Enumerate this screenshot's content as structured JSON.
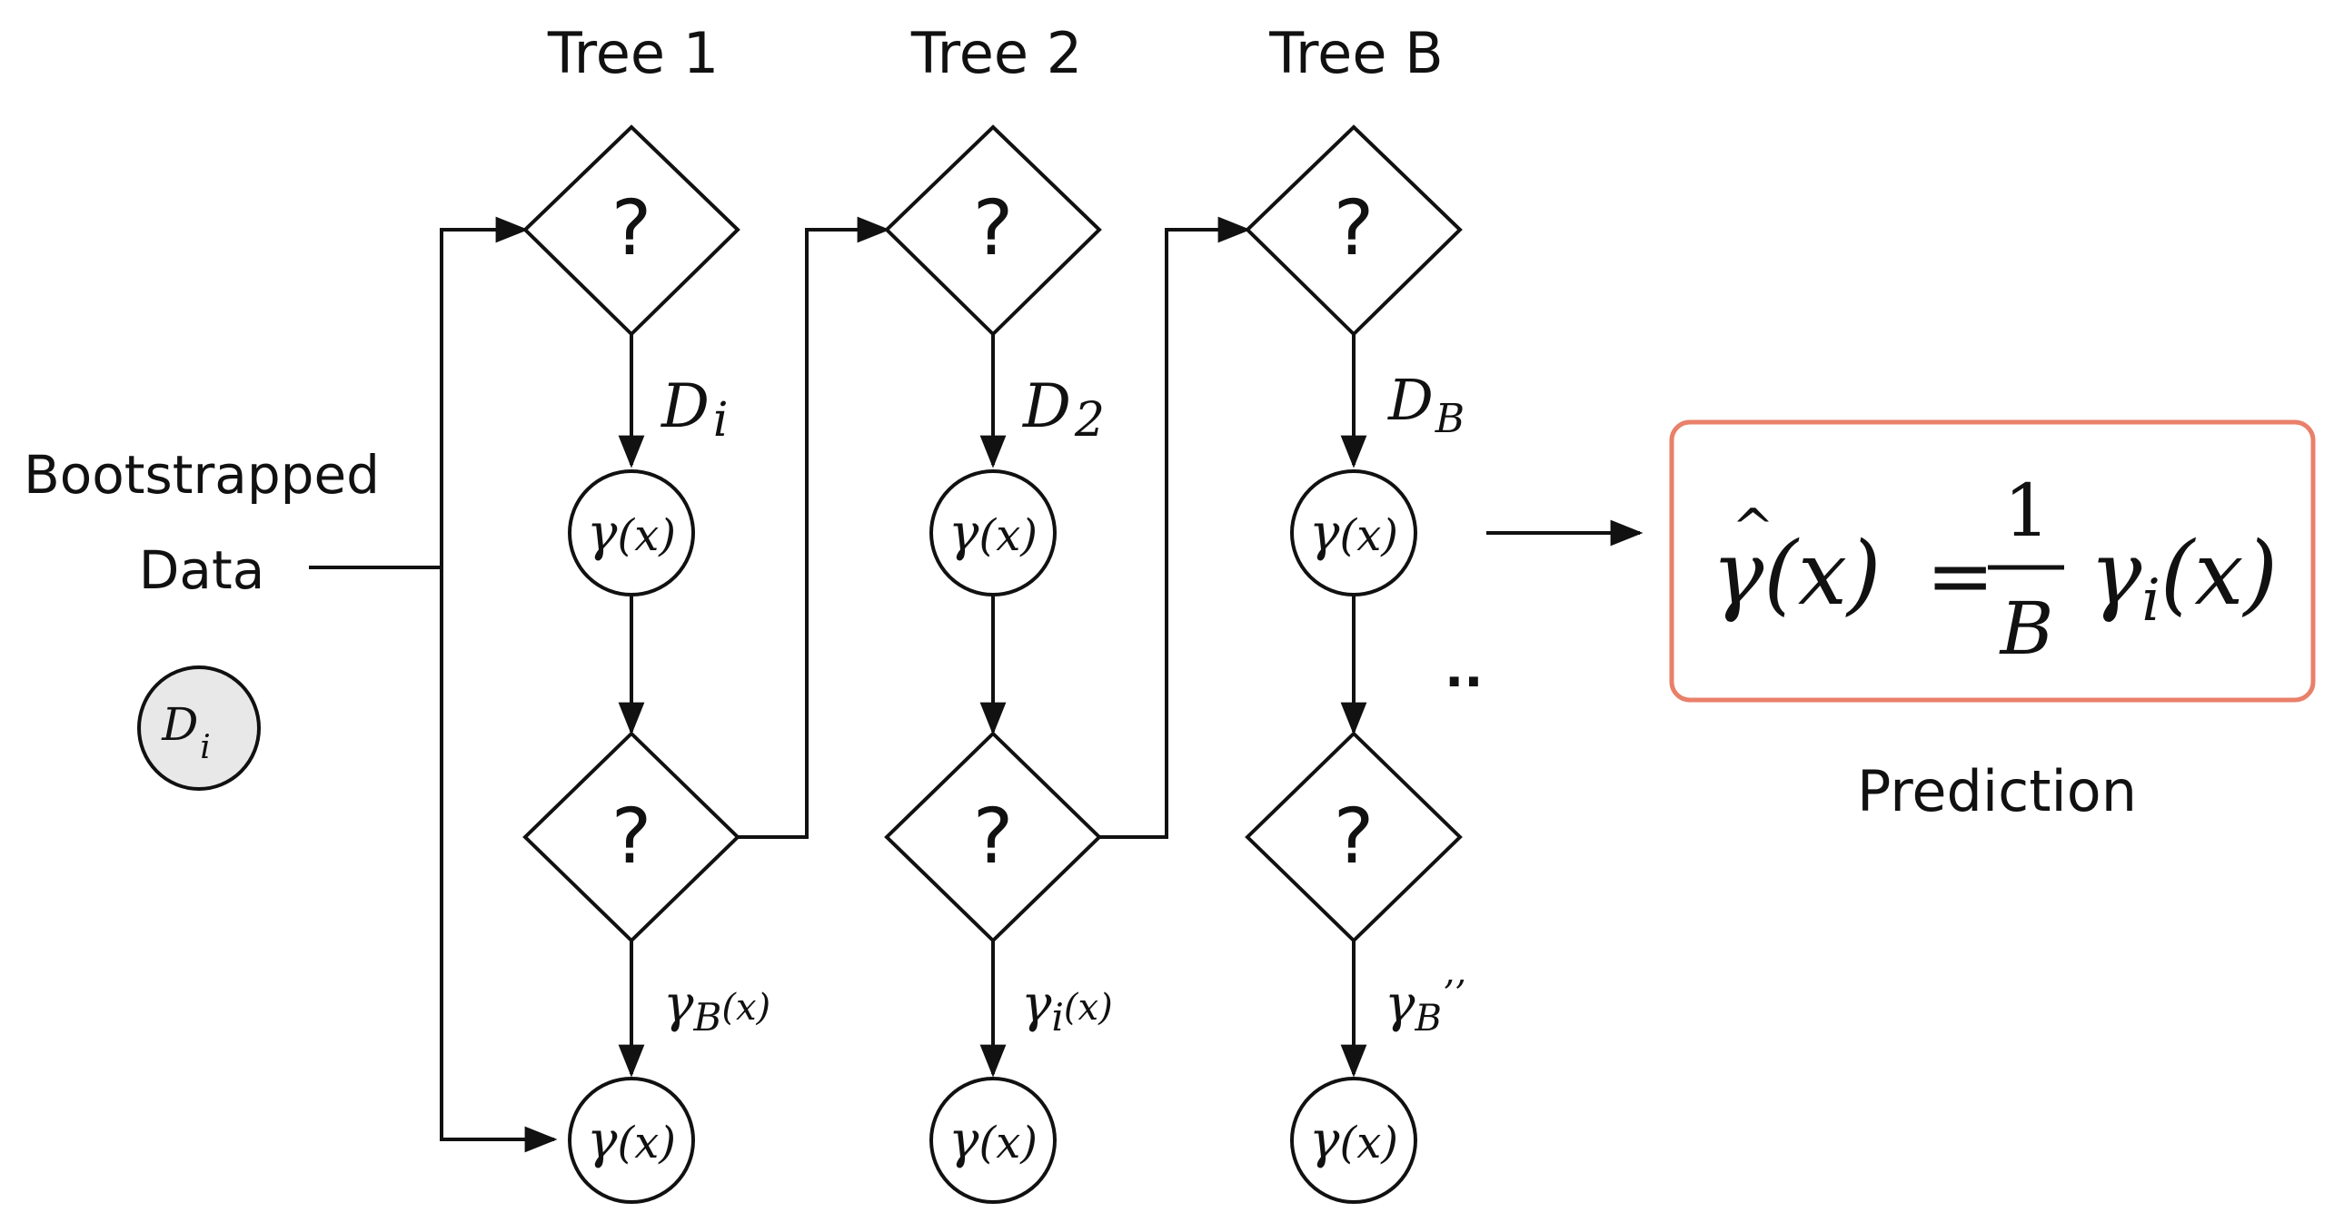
{
  "trees": [
    {
      "title": "Tree 1",
      "upper_edge_label": {
        "main": "D",
        "sub": "i"
      },
      "lower_edge_label": {
        "main": "γ",
        "sub": "B",
        "tail": "(x)"
      },
      "upper_leaf": {
        "main": "γ",
        "arg": "(x)"
      },
      "lower_leaf": {
        "main": "γ",
        "arg": "(x)"
      }
    },
    {
      "title": "Tree 2",
      "upper_edge_label": {
        "main": "D",
        "sub": "2"
      },
      "lower_edge_label": {
        "main": "γ",
        "sub": "i",
        "tail": "(x)"
      },
      "upper_leaf": {
        "main": "γ",
        "arg": "(x)"
      },
      "lower_leaf": {
        "main": "γ",
        "arg": "(x)"
      }
    },
    {
      "title": "Tree B",
      "upper_edge_label": {
        "main": "D",
        "sub": "B"
      },
      "lower_edge_label": {
        "main": "γ",
        "sub": "B",
        "tail": "ʼʼ"
      },
      "upper_leaf": {
        "main": "γ",
        "arg": "(x)"
      },
      "lower_leaf": {
        "main": "γ",
        "arg": "(x)"
      }
    }
  ],
  "decision_symbol": "?",
  "ellipsis": "··",
  "input": {
    "label_line1": "Bootstrapped",
    "label_line2": "Data",
    "node": {
      "main": "D",
      "sub": "i"
    }
  },
  "prediction": {
    "caption": "Prediction",
    "lhs_main": "γ",
    "lhs_hat": "^",
    "lhs_arg": "(x)",
    "equals": "=",
    "numerator": "1",
    "denominator": "B",
    "rhs_main": "γ",
    "rhs_sub": "i",
    "rhs_arg": "(x)"
  },
  "colors": {
    "stroke": "#111111",
    "input_node_fill": "#e8e8e8",
    "prediction_border": "#e9806a"
  }
}
